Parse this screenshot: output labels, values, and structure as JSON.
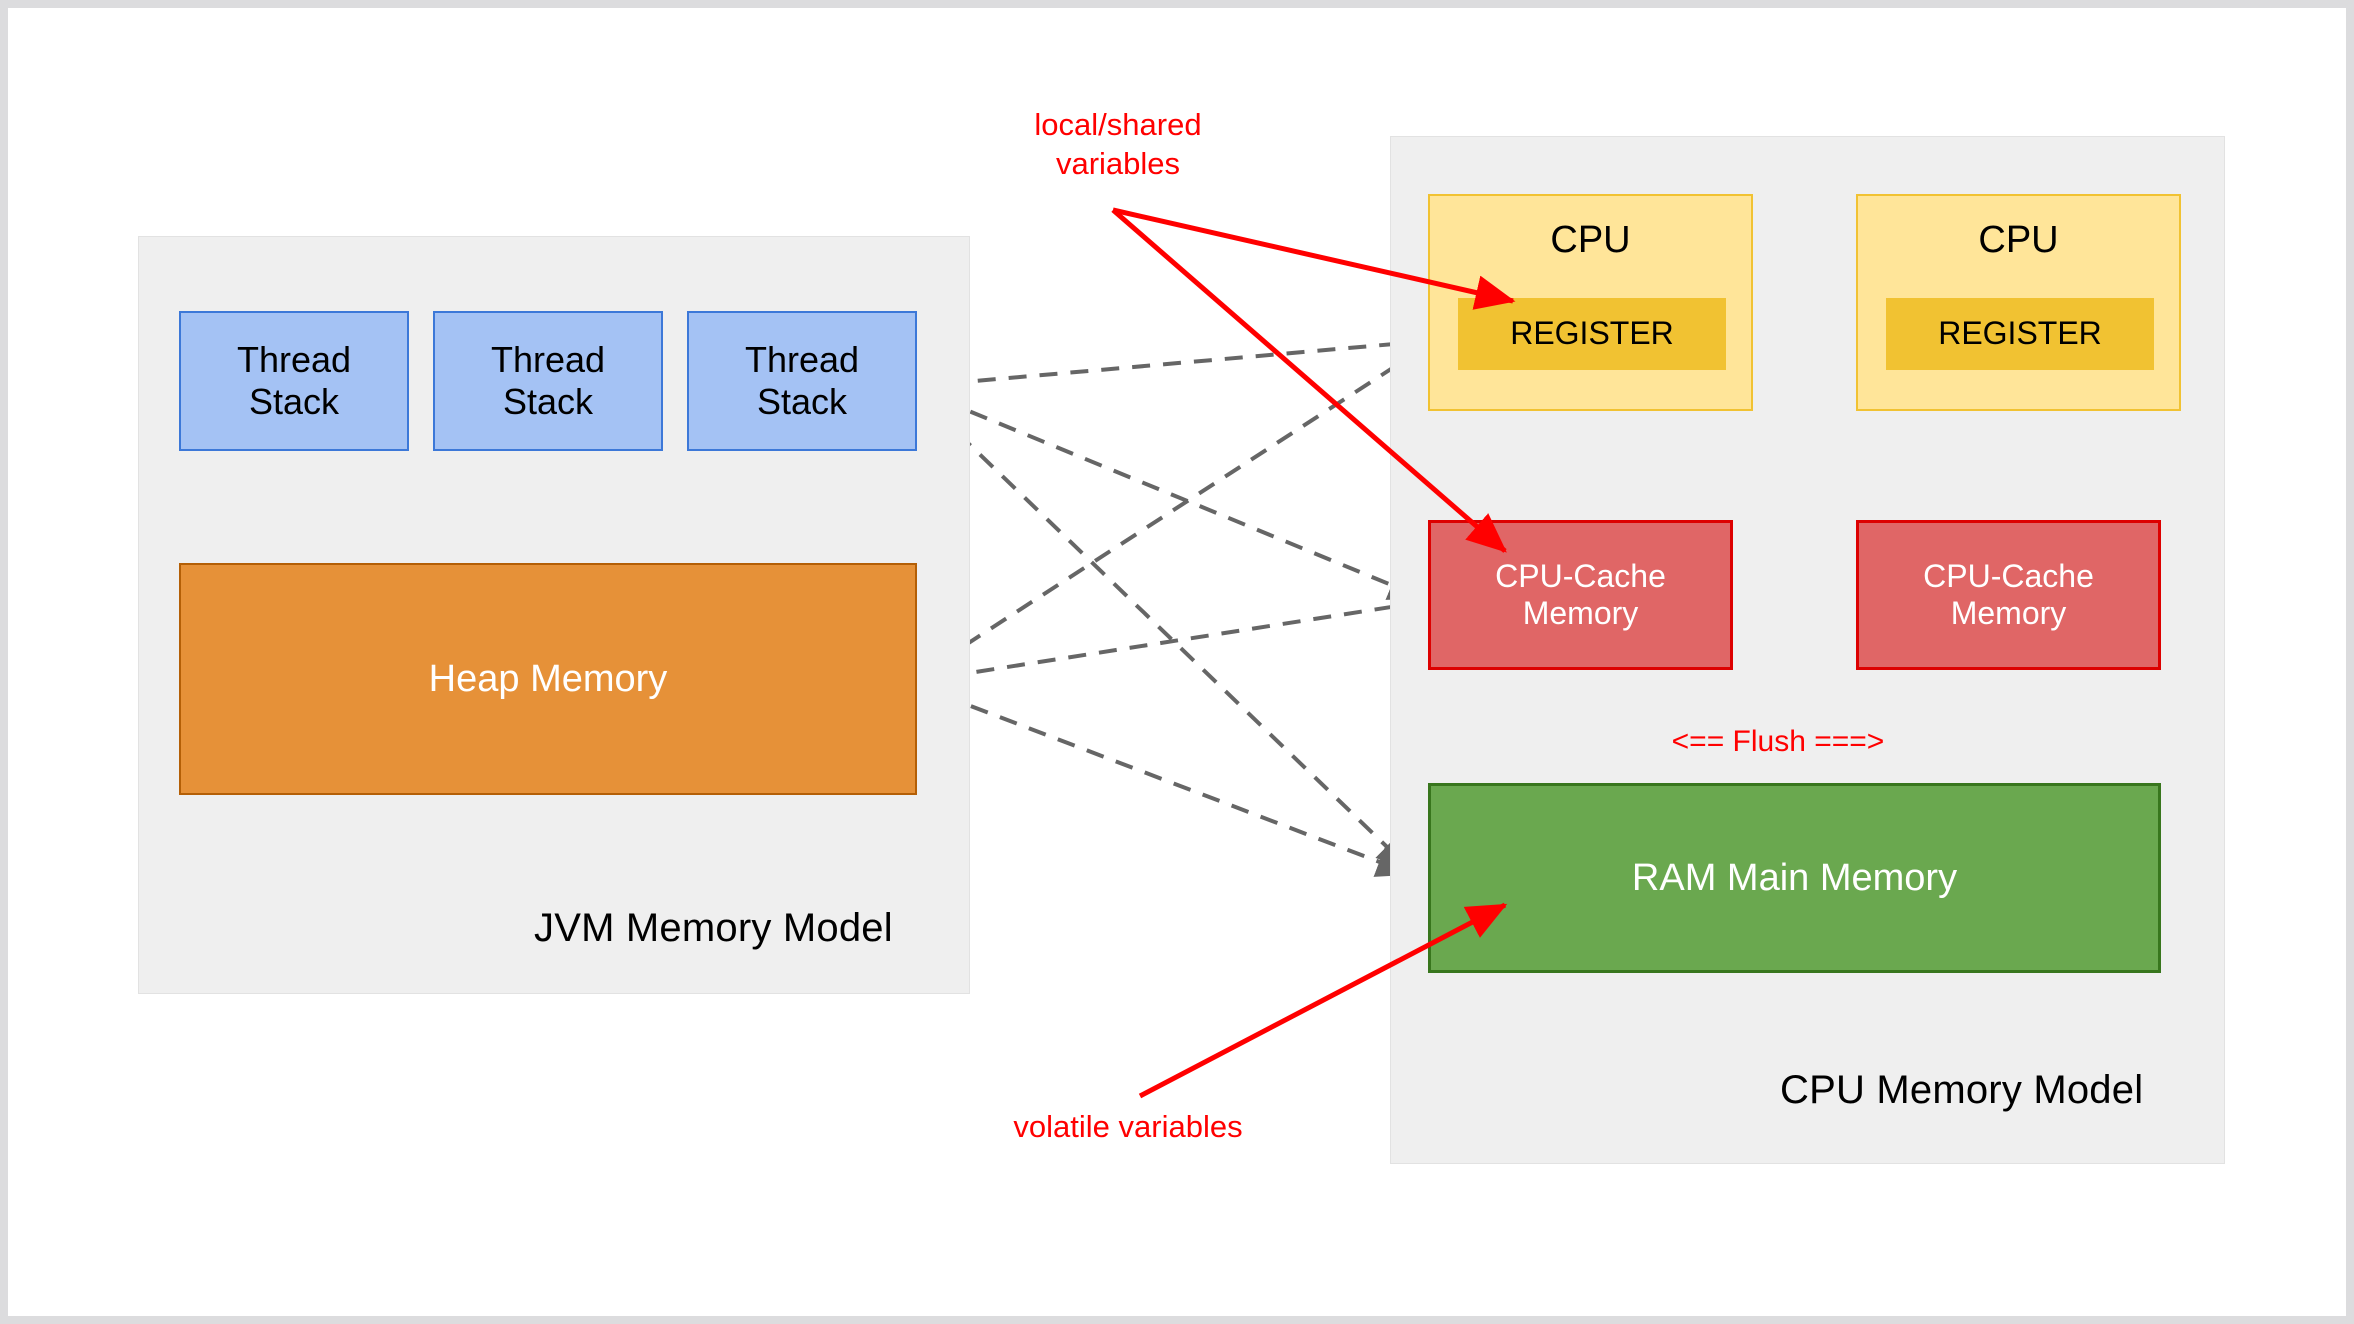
{
  "diagram": {
    "title_left": "JVM Memory Model",
    "title_right": "CPU Memory Model"
  },
  "jvm_panel": {
    "label": "JVM Memory Model",
    "thread_stacks": [
      {
        "label": "Thread\nStack"
      },
      {
        "label": "Thread\nStack"
      },
      {
        "label": "Thread\nStack"
      }
    ],
    "heap": {
      "label": "Heap Memory"
    }
  },
  "cpu_panel": {
    "label": "CPU Memory Model",
    "cpus": [
      {
        "title": "CPU",
        "register_label": "REGISTER",
        "cache_label": "CPU-Cache\nMemory"
      },
      {
        "title": "CPU",
        "register_label": "REGISTER",
        "cache_label": "CPU-Cache\nMemory"
      }
    ],
    "ram": {
      "label": "RAM Main Memory"
    },
    "flush_label": "<== Flush ===>"
  },
  "annotations": {
    "local_shared": "local/shared\nvariables",
    "volatile": "volatile variables"
  },
  "colors": {
    "thread_stack_fill": "#a4c2f4",
    "thread_stack_stroke": "#3c78d8",
    "heap_fill": "#e69138",
    "heap_stroke": "#b45f06",
    "cpu_fill": "#ffe599",
    "cpu_stroke": "#f1c232",
    "register_fill": "#f1c232",
    "cache_fill": "#e06666",
    "cache_stroke": "#dd0000",
    "ram_fill": "#6aa84f",
    "ram_stroke": "#38761d",
    "panel_fill": "#efefef",
    "annotation_red": "#ff0000",
    "connector_gray": "#666666"
  }
}
